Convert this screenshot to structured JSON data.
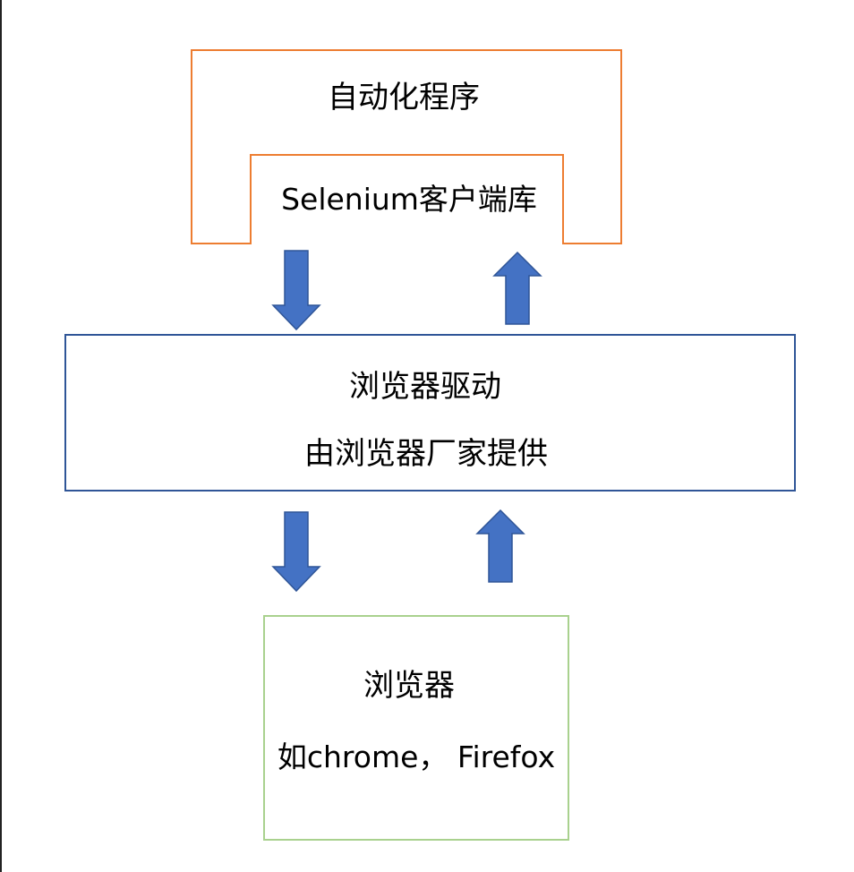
{
  "boxes": {
    "automation": {
      "label": "自动化程序",
      "border_color": "#ED7D31"
    },
    "client_library": {
      "label": "Selenium客户端库",
      "border_color": "#ED7D31"
    },
    "browser_driver": {
      "title": "浏览器驱动",
      "subtitle": "由浏览器厂家提供",
      "border_color": "#2F5597"
    },
    "browser": {
      "title": "浏览器",
      "subtitle": "如chrome， Firefox",
      "border_color": "#A9D18E"
    }
  },
  "arrows": {
    "color": "#4472C4",
    "outline": "#2F5597",
    "items": [
      {
        "name": "arrow-client-to-driver",
        "direction": "down"
      },
      {
        "name": "arrow-driver-to-client",
        "direction": "up"
      },
      {
        "name": "arrow-driver-to-browser",
        "direction": "down"
      },
      {
        "name": "arrow-browser-to-driver",
        "direction": "up"
      }
    ]
  }
}
